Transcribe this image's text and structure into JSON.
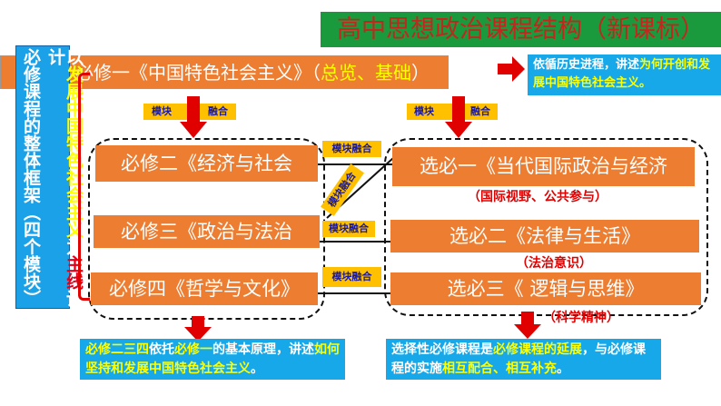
{
  "title": "高中思想政治课程结构（新课标）",
  "banner": {
    "main": "必修一《中国特色社会主义》（",
    "highlight": "总览、基础",
    "end": "）"
  },
  "side": {
    "left_col": "必修课程的整体框架（四个模块）",
    "right_parts": [
      "以",
      "发展中国特色社会主义",
      "为",
      "主线",
      "设计"
    ]
  },
  "top_info": {
    "part1": "依循历史进程，讲述",
    "part2": "为何开创和发展中国特色社会主义。"
  },
  "merge_tag": {
    "a": "模块",
    "b": "融合",
    "full": "模块融合"
  },
  "compulsory": [
    "必修二《经济与社会",
    "必修三《政治与法治",
    "必修四《哲学与文化》"
  ],
  "elective": [
    "选必一《当代国际政治与经济",
    "选必二《法律与生活》",
    "选必三《 逻辑与思维》"
  ],
  "elective_notes": [
    "（国际视野、公共参与）",
    "（法治意识）",
    "（科学精神）"
  ],
  "bottom_left": {
    "p1": "必修二三四",
    "p2": "依托",
    "p3": "必修一",
    "p4": "的基本原理，讲述",
    "p5": "如何坚持和发展中国特色社会主义",
    "p6": "。"
  },
  "bottom_right": {
    "p1": "选择性必修课程是",
    "p2": "必修课程的延展",
    "p3": "，与必修课程的实施",
    "p4": "相互配合、相互补充",
    "p5": "。"
  },
  "colors": {
    "orange": "#ed7d31",
    "blue": "#16a8e8",
    "green": "#1a9a3c",
    "red": "#e00000",
    "yellow": "#ffc000"
  }
}
